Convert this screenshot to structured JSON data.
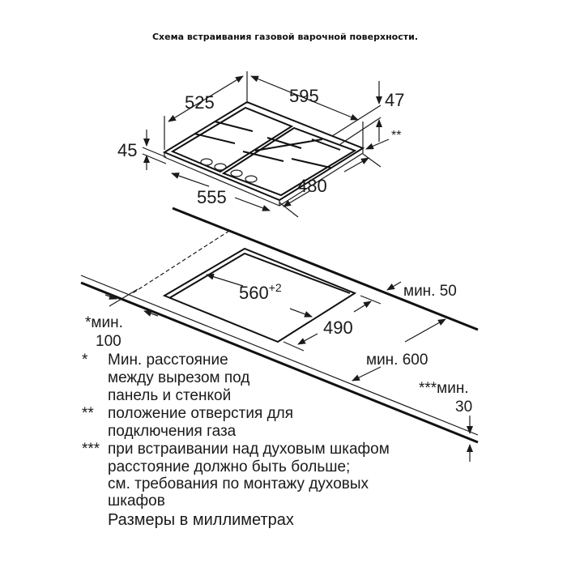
{
  "title": "Схема встраивания газовой варочной поверхности.",
  "hob_dimensions": {
    "depth_inner": "525",
    "width": "595",
    "height_total": "47",
    "height_body": "45",
    "gas_mark": "**",
    "width_inner": "555",
    "depth": "480"
  },
  "cutout_dimensions": {
    "width": "560",
    "width_tolerance": "+2",
    "depth": "490",
    "min_back_label": "мин. 50",
    "min_side_label": "*мин.",
    "min_side_value": "100",
    "min_cabinet": "мин. 600",
    "min_oven_label": "***мин.",
    "min_oven_value": "30"
  },
  "notes": [
    {
      "mark": "*",
      "lines": [
        "Мин. расстояние",
        "между вырезом под",
        "панель и стенкой"
      ]
    },
    {
      "mark": "**",
      "lines": [
        "положение отверстия для",
        "подключения газа"
      ]
    },
    {
      "mark": "***",
      "lines": [
        "при встраивании над духовым шкафом",
        "расстояние должно быть больше;",
        "см. требования по монтажу духовых",
        "шкафов"
      ]
    }
  ],
  "footer": "Размеры в миллиметрах"
}
